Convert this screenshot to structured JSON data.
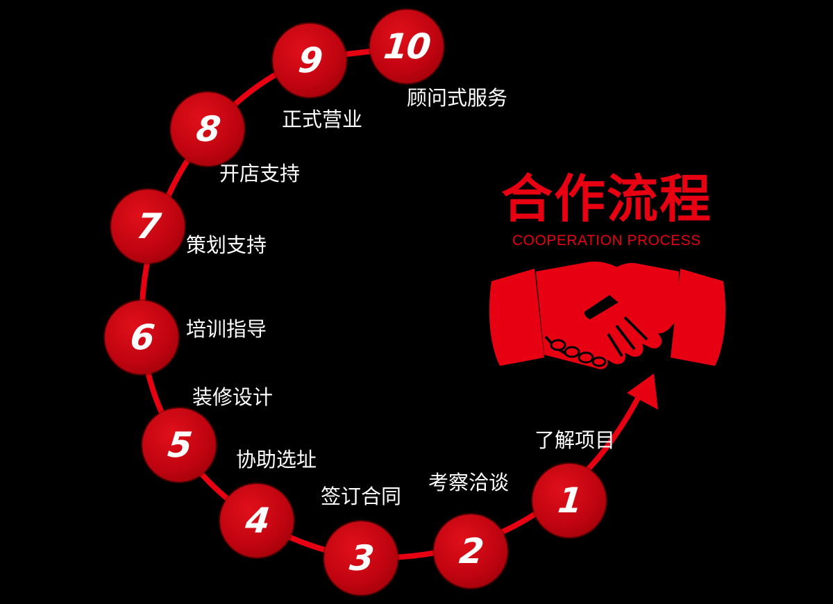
{
  "title": "合作流程",
  "subtitle": "COOPERATION PROCESS",
  "colors": {
    "accent": "#e60012",
    "circle": "#c00410",
    "background": "#000000",
    "text": "#ffffff"
  },
  "icon": "handshake-icon",
  "steps": [
    {
      "num": "1",
      "label": "了解项目"
    },
    {
      "num": "2",
      "label": "考察洽谈"
    },
    {
      "num": "3",
      "label": "签订合同"
    },
    {
      "num": "4",
      "label": "协助选址"
    },
    {
      "num": "5",
      "label": "装修设计"
    },
    {
      "num": "6",
      "label": "培训指导"
    },
    {
      "num": "7",
      "label": "策划支持"
    },
    {
      "num": "8",
      "label": "开店支持"
    },
    {
      "num": "9",
      "label": "正式营业"
    },
    {
      "num": "10",
      "label": "顾问式服务"
    }
  ]
}
